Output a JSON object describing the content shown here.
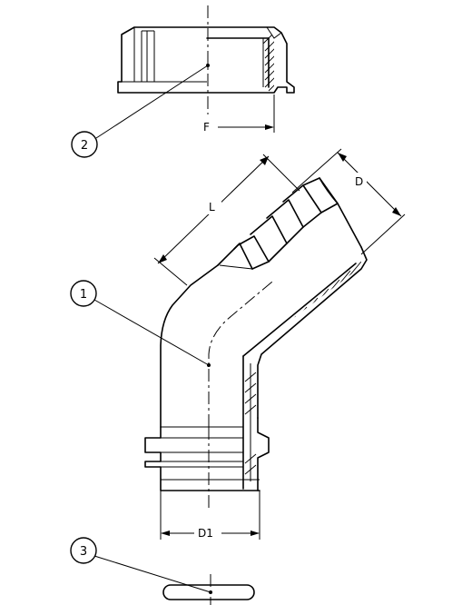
{
  "dimensions": {
    "F": "F",
    "L": "L",
    "D": "D",
    "D1": "D1"
  },
  "callouts": {
    "item1": "1",
    "item2": "2",
    "item3": "3"
  }
}
